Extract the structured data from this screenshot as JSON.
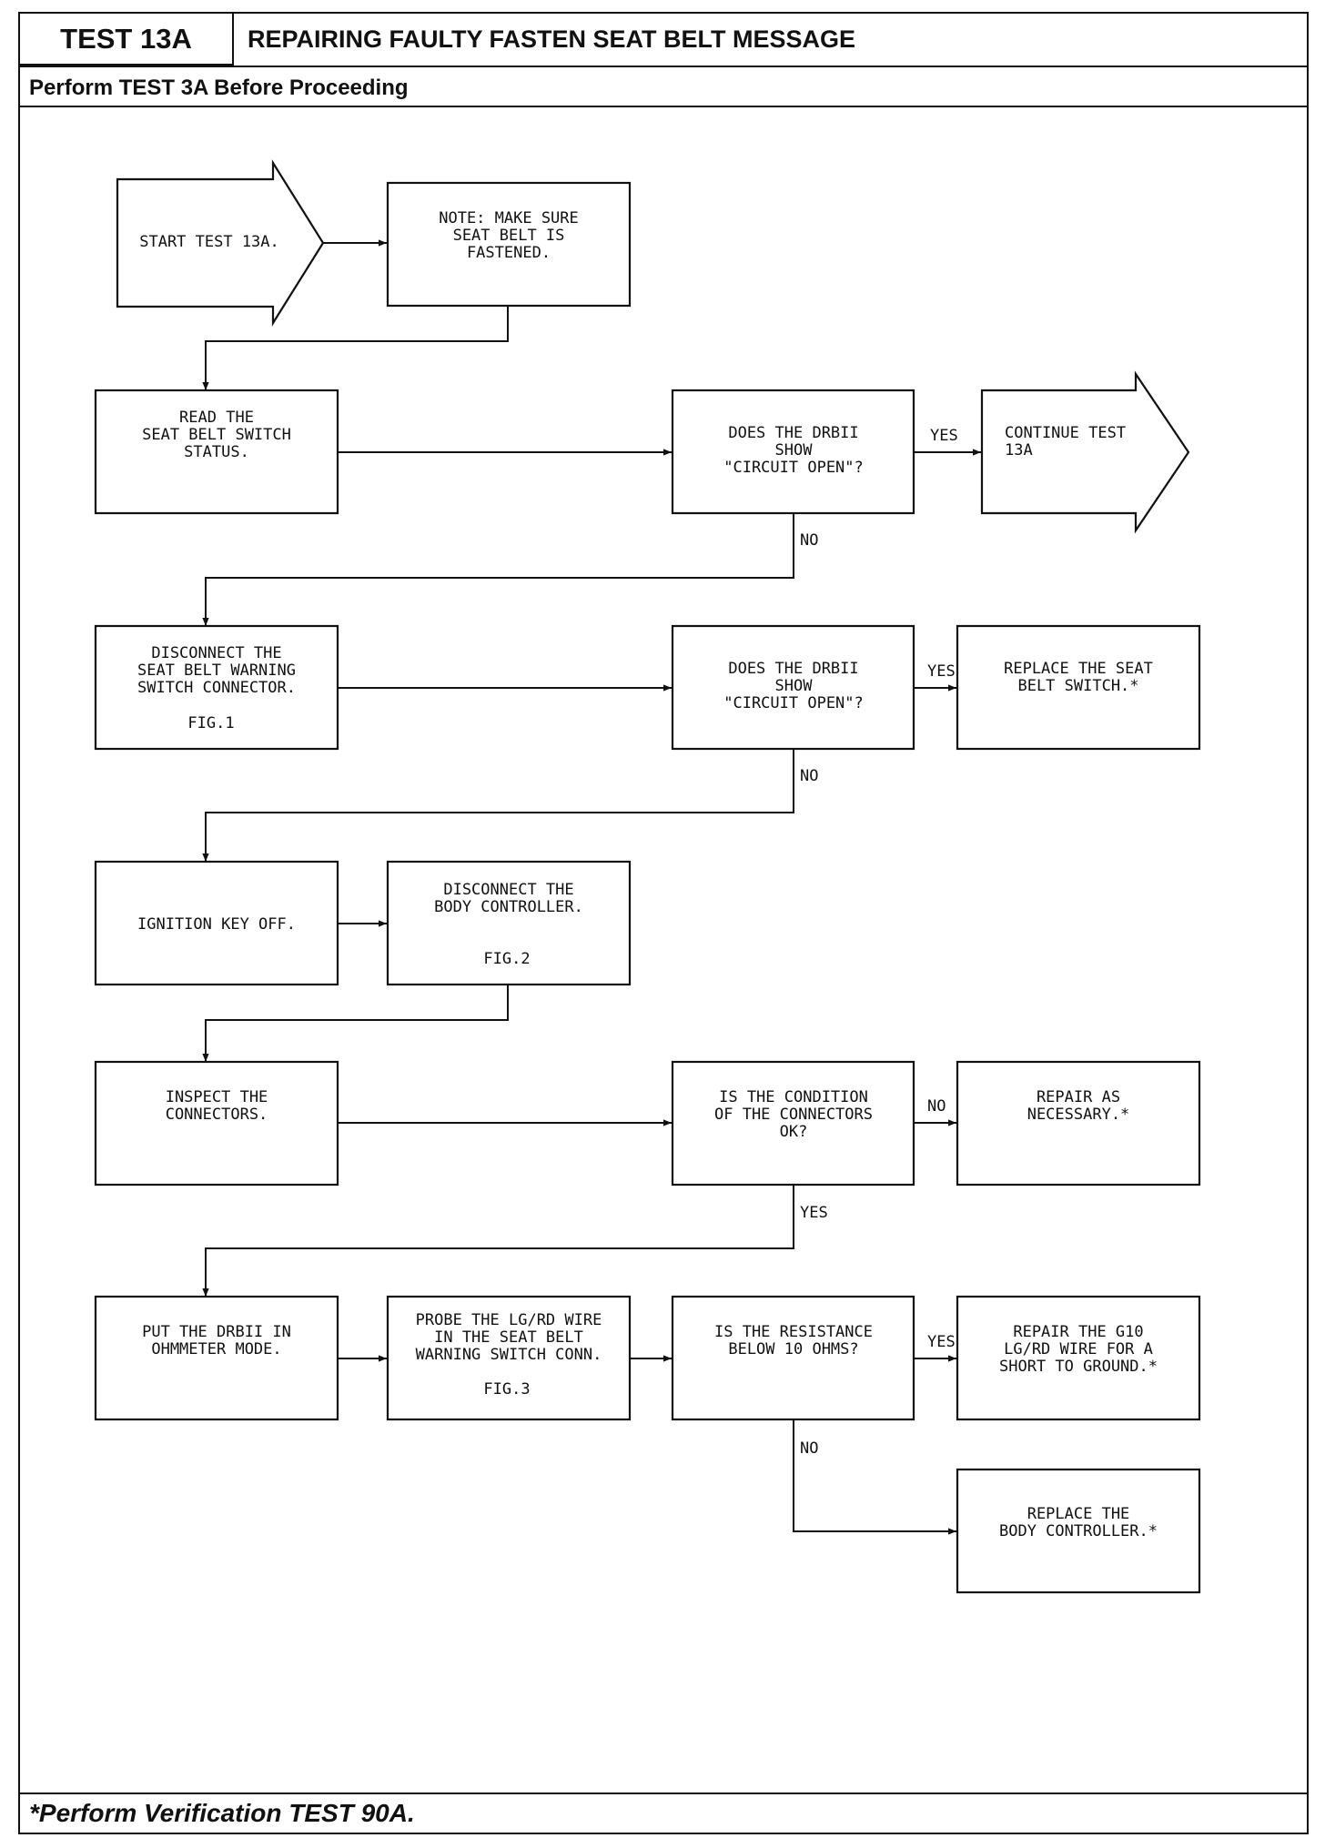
{
  "header": {
    "test_id": "TEST 13A",
    "title": "REPAIRING FAULTY FASTEN SEAT BELT MESSAGE",
    "subtitle": "Perform TEST 3A Before Proceeding"
  },
  "footer": "*Perform Verification TEST 90A.",
  "nodes": {
    "start": [
      "START TEST 13A."
    ],
    "note": [
      "NOTE: MAKE SURE",
      "SEAT BELT IS",
      "FASTENED."
    ],
    "read_status": [
      "READ THE",
      "SEAT BELT SWITCH",
      "STATUS."
    ],
    "q_open_1": [
      "DOES THE DRBII",
      "SHOW",
      "\"CIRCUIT OPEN\"?"
    ],
    "continue": [
      "CONTINUE TEST",
      "13A"
    ],
    "disconnect_switch": [
      "DISCONNECT THE",
      "SEAT BELT WARNING",
      "SWITCH CONNECTOR."
    ],
    "fig1": "FIG.1",
    "q_open_2": [
      "DOES THE DRBII",
      "SHOW",
      "\"CIRCUIT OPEN\"?"
    ],
    "replace_switch": [
      "REPLACE THE SEAT",
      "BELT SWITCH.*"
    ],
    "ignition_off": [
      "IGNITION KEY OFF."
    ],
    "disconnect_body": [
      "DISCONNECT THE",
      "BODY CONTROLLER."
    ],
    "fig2": "FIG.2",
    "inspect": [
      "INSPECT THE",
      "CONNECTORS."
    ],
    "q_condition": [
      "IS THE CONDITION",
      "OF THE CONNECTORS",
      "OK?"
    ],
    "repair_necessary": [
      "REPAIR AS",
      "NECESSARY.*"
    ],
    "ohmmeter": [
      "PUT THE DRBII IN",
      "OHMMETER MODE."
    ],
    "probe": [
      "PROBE THE LG/RD WIRE",
      "IN THE SEAT BELT",
      "WARNING SWITCH CONN."
    ],
    "fig3": "FIG.3",
    "q_resistance": [
      "IS THE RESISTANCE",
      "BELOW 10 OHMS?"
    ],
    "repair_g10": [
      "REPAIR THE G10",
      "LG/RD WIRE FOR A",
      "SHORT TO GROUND.*"
    ],
    "replace_body": [
      "REPLACE THE",
      "BODY CONTROLLER.*"
    ]
  },
  "labels": {
    "yes1": "YES",
    "no1": "NO",
    "yes2": "YES",
    "no2": "NO",
    "no3": "NO",
    "yes3": "YES",
    "yes4": "YES",
    "no4": "NO"
  }
}
